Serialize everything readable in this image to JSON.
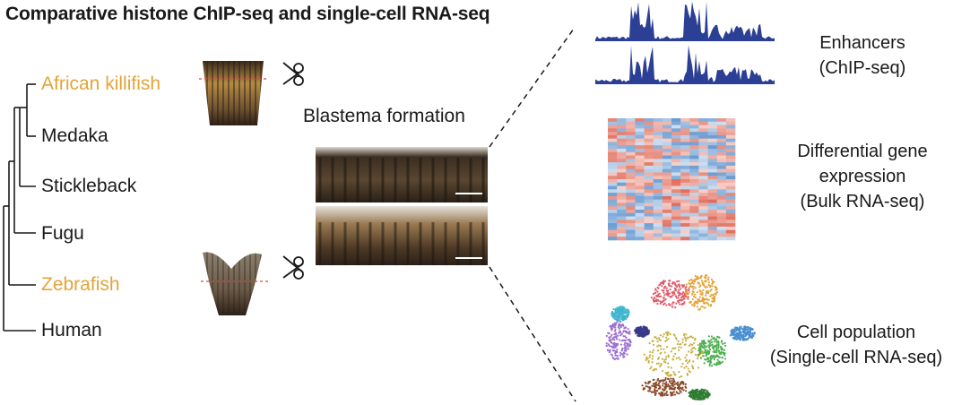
{
  "title": "Comparative histone ChIP-seq and single-cell RNA-seq",
  "species": [
    {
      "name": "African killifish",
      "highlight": true
    },
    {
      "name": "Medaka",
      "highlight": false
    },
    {
      "name": "Stickleback",
      "highlight": false
    },
    {
      "name": "Fugu",
      "highlight": false
    },
    {
      "name": "Zebrafish",
      "highlight": true
    },
    {
      "name": "Human",
      "highlight": false
    }
  ],
  "blastema_label": "Blastema formation",
  "panels": {
    "enhancers": {
      "line1": "Enhancers",
      "line2": "(ChIP-seq)"
    },
    "differential": {
      "line1": "Differential gene",
      "line2": "expression",
      "line3": "(Bulk RNA-seq)"
    },
    "cell_population": {
      "line1": "Cell population",
      "line2": "(Single-cell RNA-seq)"
    }
  },
  "colors": {
    "highlight_species": "#e3a43a",
    "chip_track": "#2b3f94",
    "heatmap_high": "#d9452f",
    "heatmap_low": "#3f7fc4",
    "text": "#1a1a1a"
  },
  "icons": [
    "scissors-icon",
    "scissors-icon"
  ]
}
